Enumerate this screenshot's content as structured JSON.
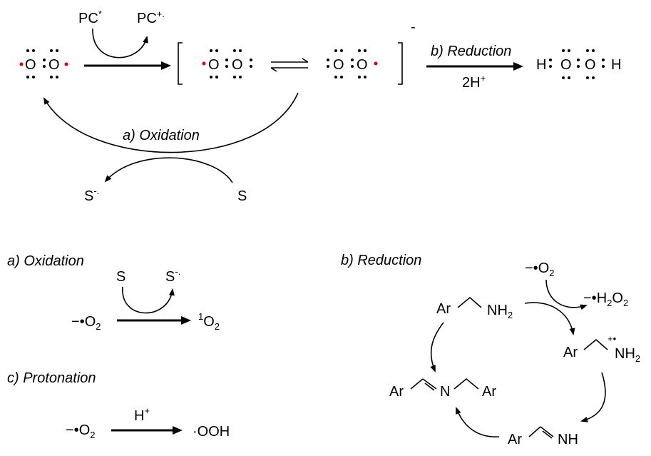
{
  "colors": {
    "radical_dot": "#e00000",
    "ink": "#000000"
  },
  "top": {
    "pc_star": "PC",
    "pc_star_sup": "*",
    "pc_cation": "PC",
    "pc_cation_sup": "+.",
    "o_left_1": "O",
    "o_left_2": "O",
    "o_mid1_1": "O",
    "o_mid1_2": "O",
    "o_mid2_1": "O",
    "o_mid2_2": "O",
    "charge_minus": "-",
    "reduction_label": "b) Reduction",
    "reduction_reagent": "2H",
    "reduction_reagent_sup": "+",
    "h2o2_h1": "H",
    "h2o2_o1": "O",
    "h2o2_o2": "O",
    "h2o2_h2": "H",
    "oxidation_label": "a) Oxidation",
    "s_radical": "S",
    "s_radical_sup": "-.",
    "s": "S"
  },
  "panel_a": {
    "title": "a) Oxidation",
    "s": "S",
    "s_radical": "S",
    "s_radical_sup": "-.",
    "reactant_prefix": "−•",
    "reactant_o": "O",
    "reactant_sub": "2",
    "product_sup": "1",
    "product_o": "O",
    "product_sub": "2"
  },
  "panel_c": {
    "title": "c) Protonation",
    "reactant_prefix": "−•",
    "reactant_o": "O",
    "reactant_sub": "2",
    "reagent": "H",
    "reagent_sup": "+",
    "product": "·OOH"
  },
  "panel_b": {
    "title": "b) Reduction",
    "superoxide_prefix": "−•",
    "superoxide_o": "O",
    "superoxide_sub": "2",
    "h2o2_prefix": "−•",
    "h2o2_h": "H",
    "h2o2_sub1": "2",
    "h2o2_o": "O",
    "h2o2_sub2": "2",
    "amine_ar": "Ar",
    "amine_nh": "NH",
    "amine_sub": "2",
    "cation_ar": "Ar",
    "cation_sup": "+•",
    "cation_nh": "NH",
    "cation_sub": "2",
    "imine_ar": "Ar",
    "imine_nh": "NH",
    "product_ar1": "Ar",
    "product_n": "N",
    "product_ar2": "Ar"
  }
}
